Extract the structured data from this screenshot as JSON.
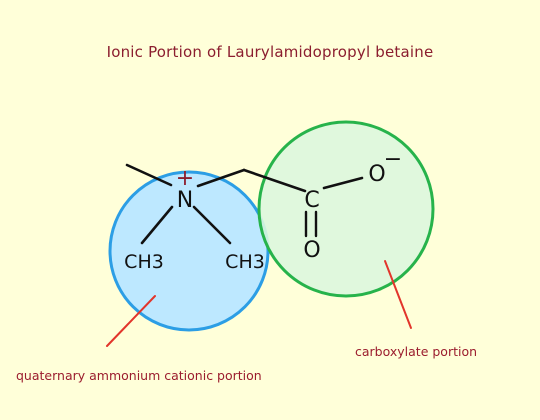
{
  "title": "Ionic Portion of Laurylamidopropyl betaine",
  "atoms": {
    "nitrogen": "N",
    "nitrogen_charge": "+",
    "methyl_left": "CH3",
    "methyl_right": "CH3",
    "carbon": "C",
    "oxygen_double": "O",
    "oxygen_single": "O",
    "oxygen_charge": "−"
  },
  "labels": {
    "cationic": "quaternary ammonium cationic portion",
    "carboxylate": "carboxylate portion"
  },
  "colors": {
    "background": "#ffffd9",
    "title": "#8b1e2f",
    "label": "#9b1d2e",
    "cation_fill": "#bde8ff",
    "cation_stroke": "#2c9ee5",
    "anion_fill": "#ddf7dd",
    "anion_stroke": "#27b34b",
    "pointer": "#e2352b",
    "bond": "#111111"
  }
}
